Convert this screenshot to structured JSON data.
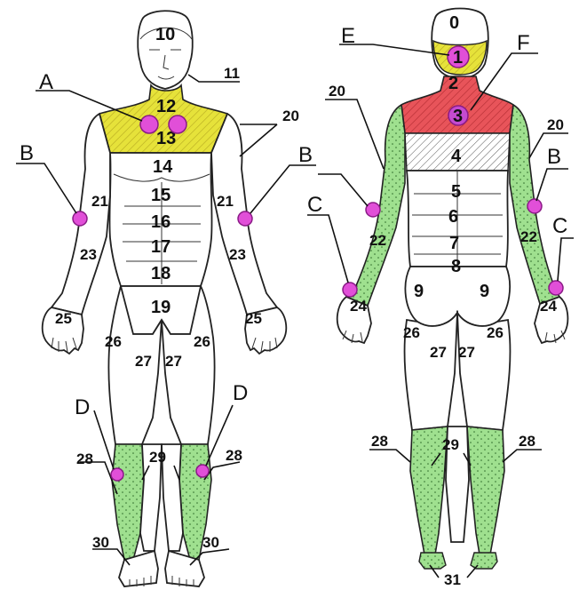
{
  "colors": {
    "yellow_zone": "#e6e23a",
    "red_zone": "#e8545a",
    "green_zone": "#9fe08f",
    "point": "#e14fd8",
    "point_stroke": "#8a1a86",
    "outline": "#222222"
  },
  "point_labels": {
    "A": "A",
    "B": "B",
    "C": "C",
    "D": "D",
    "E": "E",
    "F": "F"
  },
  "front_zones": {
    "z10": "10",
    "z11": "11",
    "z12": "12",
    "z13": "13",
    "z14": "14",
    "z15": "15",
    "z16": "16",
    "z17": "17",
    "z18": "18",
    "z19": "19",
    "z20": "20",
    "z21l": "21",
    "z21r": "21",
    "z23l": "23",
    "z23r": "23",
    "z25l": "25",
    "z25r": "25",
    "z26l": "26",
    "z26r": "26",
    "z27l": "27",
    "z27r": "27",
    "z28l": "28",
    "z28r": "28",
    "z29": "29",
    "z30l": "30",
    "z30r": "30"
  },
  "back_zones": {
    "z0": "0",
    "z1": "1",
    "z2": "2",
    "z3": "3",
    "z4": "4",
    "z5": "5",
    "z6": "6",
    "z7": "7",
    "z8": "8",
    "z9l": "9",
    "z9r": "9",
    "z20l": "20",
    "z20r": "20",
    "z22l": "22",
    "z22r": "22",
    "z24l": "24",
    "z24r": "24",
    "z26l": "26",
    "z26r": "26",
    "z27l": "27",
    "z27r": "27",
    "z28l": "28",
    "z28r": "28",
    "z29": "29",
    "z31": "31"
  }
}
